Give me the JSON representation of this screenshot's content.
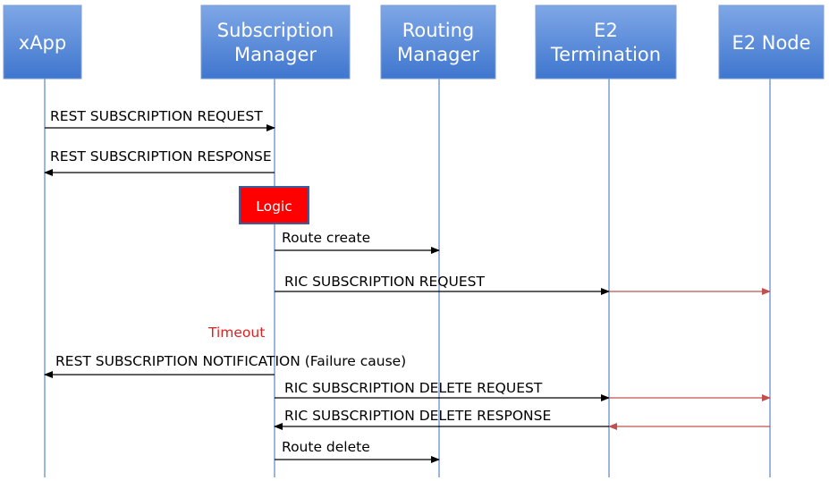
{
  "actors": [
    {
      "id": "xapp",
      "lines": [
        "xApp"
      ]
    },
    {
      "id": "submgr",
      "lines": [
        "Subscription",
        "Manager"
      ]
    },
    {
      "id": "rtmgr",
      "lines": [
        "Routing",
        "Manager"
      ]
    },
    {
      "id": "e2term",
      "lines": [
        "E2",
        "Termination"
      ]
    },
    {
      "id": "e2node",
      "lines": [
        "E2 Node"
      ]
    }
  ],
  "logic_box": {
    "label": "Logic",
    "color": "#ff0000"
  },
  "timeout_note": {
    "label": "Timeout",
    "color": "#e02020"
  },
  "colors": {
    "actor_fill_top": "#7fa7e6",
    "actor_fill_bottom": "#3f76cf",
    "lifeline": "#5a86c5",
    "arrow_main": "#000000",
    "arrow_forwarded": "#c0504d"
  },
  "messages": [
    {
      "from": "xapp",
      "to": "submgr",
      "label": "REST SUBSCRIPTION REQUEST"
    },
    {
      "from": "submgr",
      "to": "xapp",
      "label": "REST SUBSCRIPTION RESPONSE"
    },
    {
      "from": "submgr",
      "to": "rtmgr",
      "label": "Route create"
    },
    {
      "from": "submgr",
      "to": "e2term",
      "label": "RIC SUBSCRIPTION REQUEST"
    },
    {
      "from": "e2term",
      "to": "e2node",
      "label": "",
      "style": "forwarded"
    },
    {
      "from": "submgr",
      "to": "xapp",
      "label": "REST SUBSCRIPTION NOTIFICATION (Failure cause)"
    },
    {
      "from": "submgr",
      "to": "e2term",
      "label": "RIC SUBSCRIPTION DELETE REQUEST"
    },
    {
      "from": "e2term",
      "to": "e2node",
      "label": "",
      "style": "forwarded"
    },
    {
      "from": "e2node",
      "to": "e2term",
      "label": "",
      "style": "forwarded"
    },
    {
      "from": "e2term",
      "to": "submgr",
      "label": "RIC SUBSCRIPTION DELETE RESPONSE"
    },
    {
      "from": "submgr",
      "to": "rtmgr",
      "label": "Route delete"
    }
  ]
}
